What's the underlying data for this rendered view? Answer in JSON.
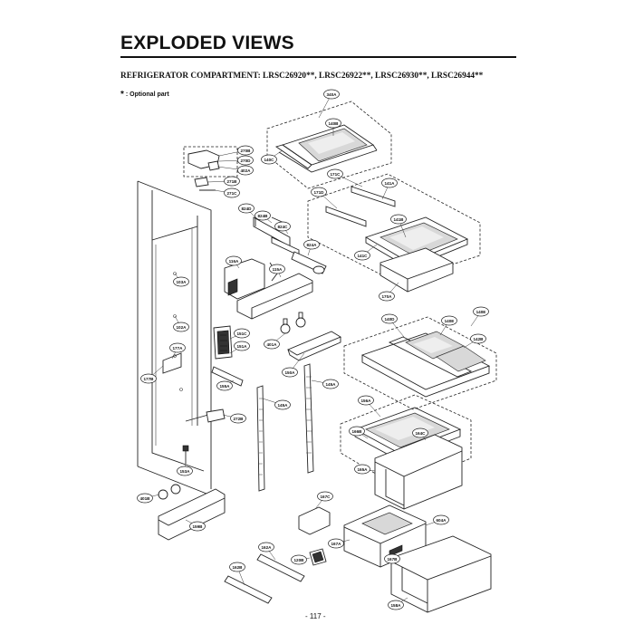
{
  "header": {
    "title": "EXPLODED VIEWS",
    "subtitle": "REFRIGERATOR COMPARTMENT: LRSC26920**, LRSC26922**, LRSC26930**, LRSC26944**",
    "note_symbol": "*",
    "note_text": ": Optional part"
  },
  "callouts": [
    {
      "id": "340A"
    },
    {
      "id": "140B"
    },
    {
      "id": "140C"
    },
    {
      "id": "270B"
    },
    {
      "id": "270D"
    },
    {
      "id": "402A"
    },
    {
      "id": "271B"
    },
    {
      "id": "271C"
    },
    {
      "id": "171C"
    },
    {
      "id": "141A"
    },
    {
      "id": "171D"
    },
    {
      "id": "141B"
    },
    {
      "id": "141C"
    },
    {
      "id": "170A"
    },
    {
      "id": "824D"
    },
    {
      "id": "824B"
    },
    {
      "id": "824C"
    },
    {
      "id": "824A"
    },
    {
      "id": "116A"
    },
    {
      "id": "115A"
    },
    {
      "id": "103A"
    },
    {
      "id": "102A"
    },
    {
      "id": "177A"
    },
    {
      "id": "177B"
    },
    {
      "id": "151C"
    },
    {
      "id": "151A"
    },
    {
      "id": "401A"
    },
    {
      "id": "155A"
    },
    {
      "id": "140D"
    },
    {
      "id": "140E"
    },
    {
      "id": "140E"
    },
    {
      "id": "142B"
    },
    {
      "id": "150A"
    },
    {
      "id": "145A"
    },
    {
      "id": "145A"
    },
    {
      "id": "272B"
    },
    {
      "id": "156A"
    },
    {
      "id": "166B"
    },
    {
      "id": "164C"
    },
    {
      "id": "165A"
    },
    {
      "id": "153A"
    },
    {
      "id": "401B"
    },
    {
      "id": "159B"
    },
    {
      "id": "167C"
    },
    {
      "id": "604A"
    },
    {
      "id": "167A"
    },
    {
      "id": "167B"
    },
    {
      "id": "162A"
    },
    {
      "id": "162B"
    },
    {
      "id": "120B"
    },
    {
      "id": "158A"
    }
  ],
  "footer": {
    "page_number": "- 117 -"
  }
}
